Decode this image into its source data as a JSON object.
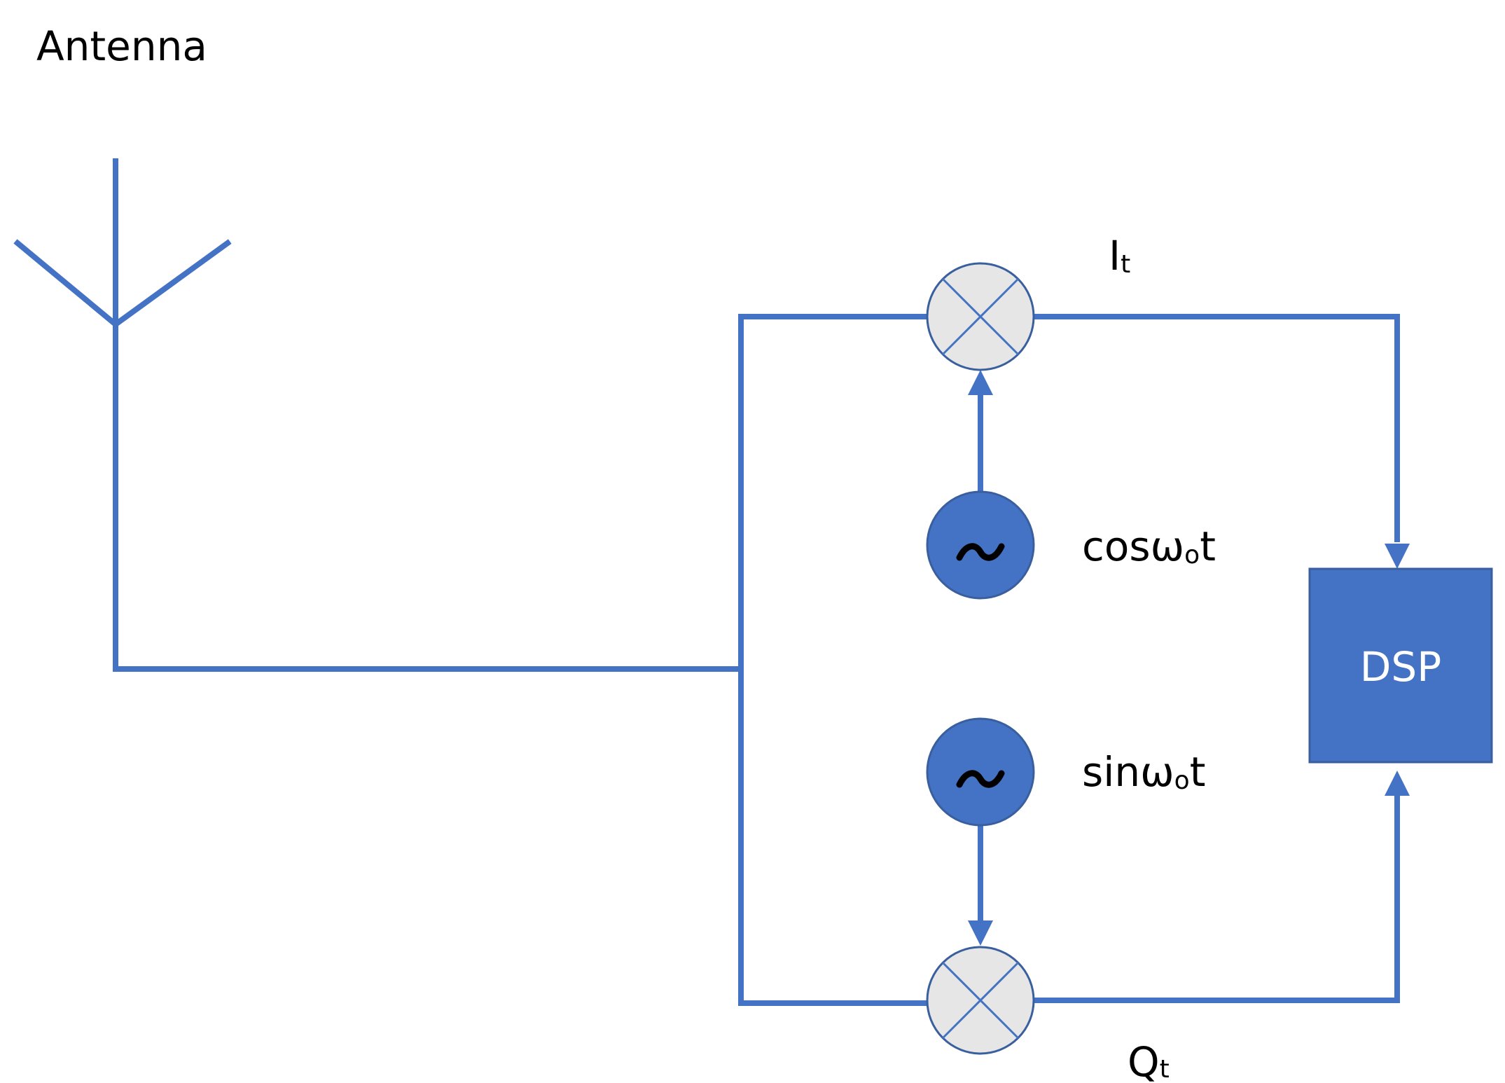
{
  "labels": {
    "antenna": "Antenna",
    "i_main": "I",
    "i_sub": "t",
    "cos_signal": "cosω",
    "cos_sub": "o",
    "cos_tail": "t",
    "sin_signal": "sinω",
    "sin_sub": "o",
    "sin_tail": "t",
    "q_main": "Q",
    "q_sub": "t",
    "dsp": "DSP"
  },
  "icons": {
    "antenna": "antenna-icon",
    "mixer": "mixer-icon",
    "oscillator": "oscillator-icon"
  },
  "colors": {
    "wire": "#4472C4",
    "mixer_fill": "#E7E6E6",
    "oscillator_fill": "#4472C4",
    "dsp_fill": "#4472C4",
    "dsp_text": "#FFFFFF",
    "text": "#000000"
  }
}
